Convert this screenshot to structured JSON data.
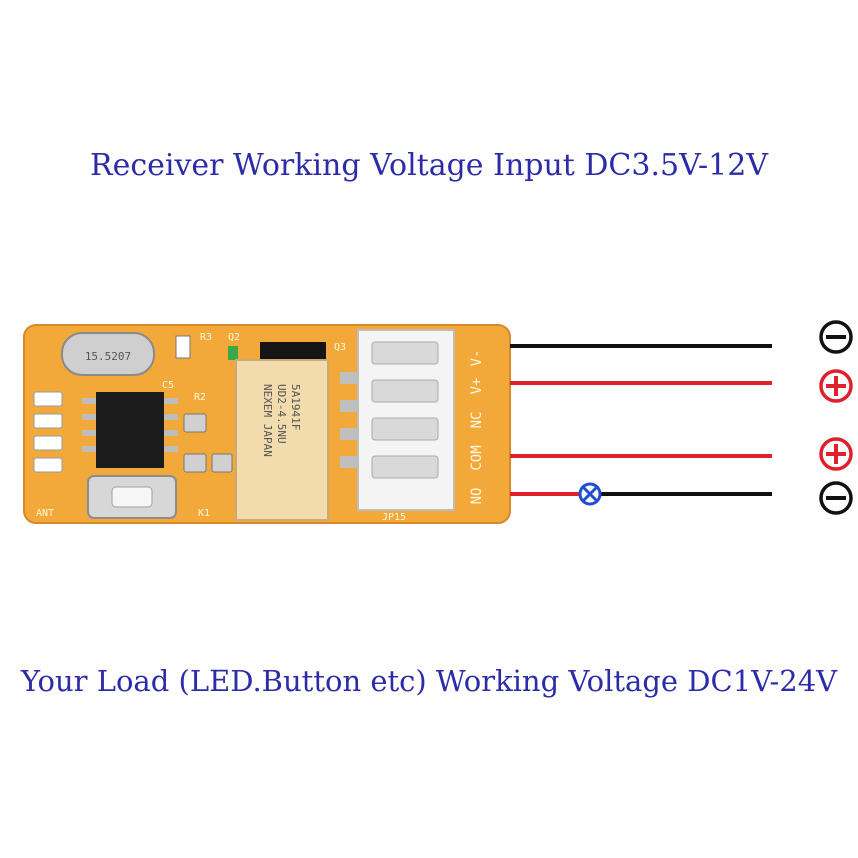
{
  "texts": {
    "top_label": "Receiver Working Voltage Input DC3.5V-12V",
    "bottom_label": "Your Load (LED.Button etc) Working Voltage DC1V-24V"
  },
  "board": {
    "silk": {
      "terminals": [
        "V-",
        "V+",
        "NC",
        "COM",
        "NO"
      ],
      "connector": "JP15",
      "relay_lines": [
        "5A1941F",
        "UD2-4.5NU",
        "NEXEM JAPAN"
      ],
      "crystal": "15.5207",
      "refs": [
        "R3",
        "Q2",
        "C5",
        "R2",
        "K1",
        "ANT",
        "Q3"
      ]
    }
  },
  "wires": [
    {
      "terminal": "V-",
      "color": "#111111",
      "symbol": "minus"
    },
    {
      "terminal": "V+",
      "color": "#e0202a",
      "symbol": "plus"
    },
    {
      "terminal": "COM",
      "color": "#e0202a",
      "symbol": "plus"
    },
    {
      "terminal": "NO",
      "color": "#e0202a",
      "load_color": "#111111",
      "symbol": "minus"
    }
  ],
  "colors": {
    "label": "#2c2ca8",
    "pcb": "#f2a93a",
    "plus": "#e0202a",
    "minus": "#111111",
    "load_symbol": "#1f4fd0"
  }
}
